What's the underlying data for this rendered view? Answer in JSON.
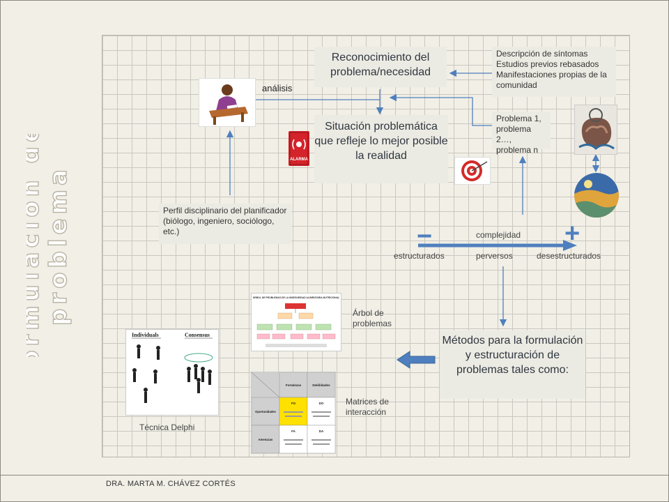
{
  "title": {
    "line1": "formulación del",
    "line2": "problema"
  },
  "boxes": {
    "recognition": "Reconocimiento del problema/necesidad",
    "situation": "Situación problemática que refleje lo mejor posible la realidad",
    "methods": "Métodos para la formulación y estructuración de problemas tales como:"
  },
  "notes": {
    "symptoms": [
      "Descripción de síntomas",
      "Estudios previos rebasados",
      "Manifestaciones  propias de la comunidad"
    ],
    "problems": [
      "Problema 1,",
      "problema 2…,",
      "problema n"
    ],
    "profile": "Perfil  disciplinario del planificador (biólogo, ingeniero, sociólogo, etc.)"
  },
  "labels": {
    "analysis": "análisis",
    "complexity": "complejidad",
    "structured": "estructurados",
    "perverse": "perversos",
    "unstructured": "desestructurados",
    "minus": "−",
    "plus": "+",
    "tree": "Árbol de problemas",
    "matrices": "Matrices de interacción",
    "delphi": "Técnica Delphi"
  },
  "images": {
    "alarm_text": "ALARMA",
    "tree_title": "ÁRBOL DE PROBLEMAS DE LA INSEGURIDAD ALIMENTARIA-NUTRICIONAL",
    "delphi_individuals": "Individuals",
    "delphi_consensus": "Consensus",
    "matrix_headers": [
      "Fortalezas",
      "Debilidades"
    ],
    "matrix_rows": [
      "Oportunidades",
      "Amenazas"
    ],
    "matrix_cells": [
      "FO",
      "DO",
      "FA",
      "DA"
    ]
  },
  "footer": "DRA. MARTA M. CHÁVEZ CORTÉS",
  "colors": {
    "title_outline": "#b7b2a3",
    "arrow": "#4f7fbe",
    "box_bg": "#ecebe3",
    "background": "#f1efe6"
  }
}
